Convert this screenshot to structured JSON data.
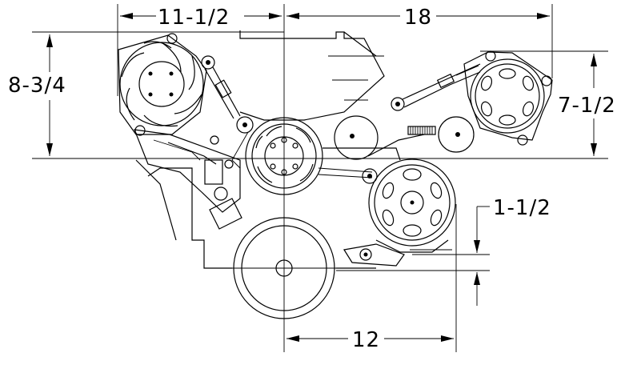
{
  "dimensions": {
    "top_left": "11-1/2",
    "top_right": "18",
    "left": "8-3/4",
    "right": "7-1/2",
    "offset": "1-1/2",
    "bottom": "12"
  },
  "colors": {
    "line": "#000000",
    "background": "#ffffff"
  }
}
